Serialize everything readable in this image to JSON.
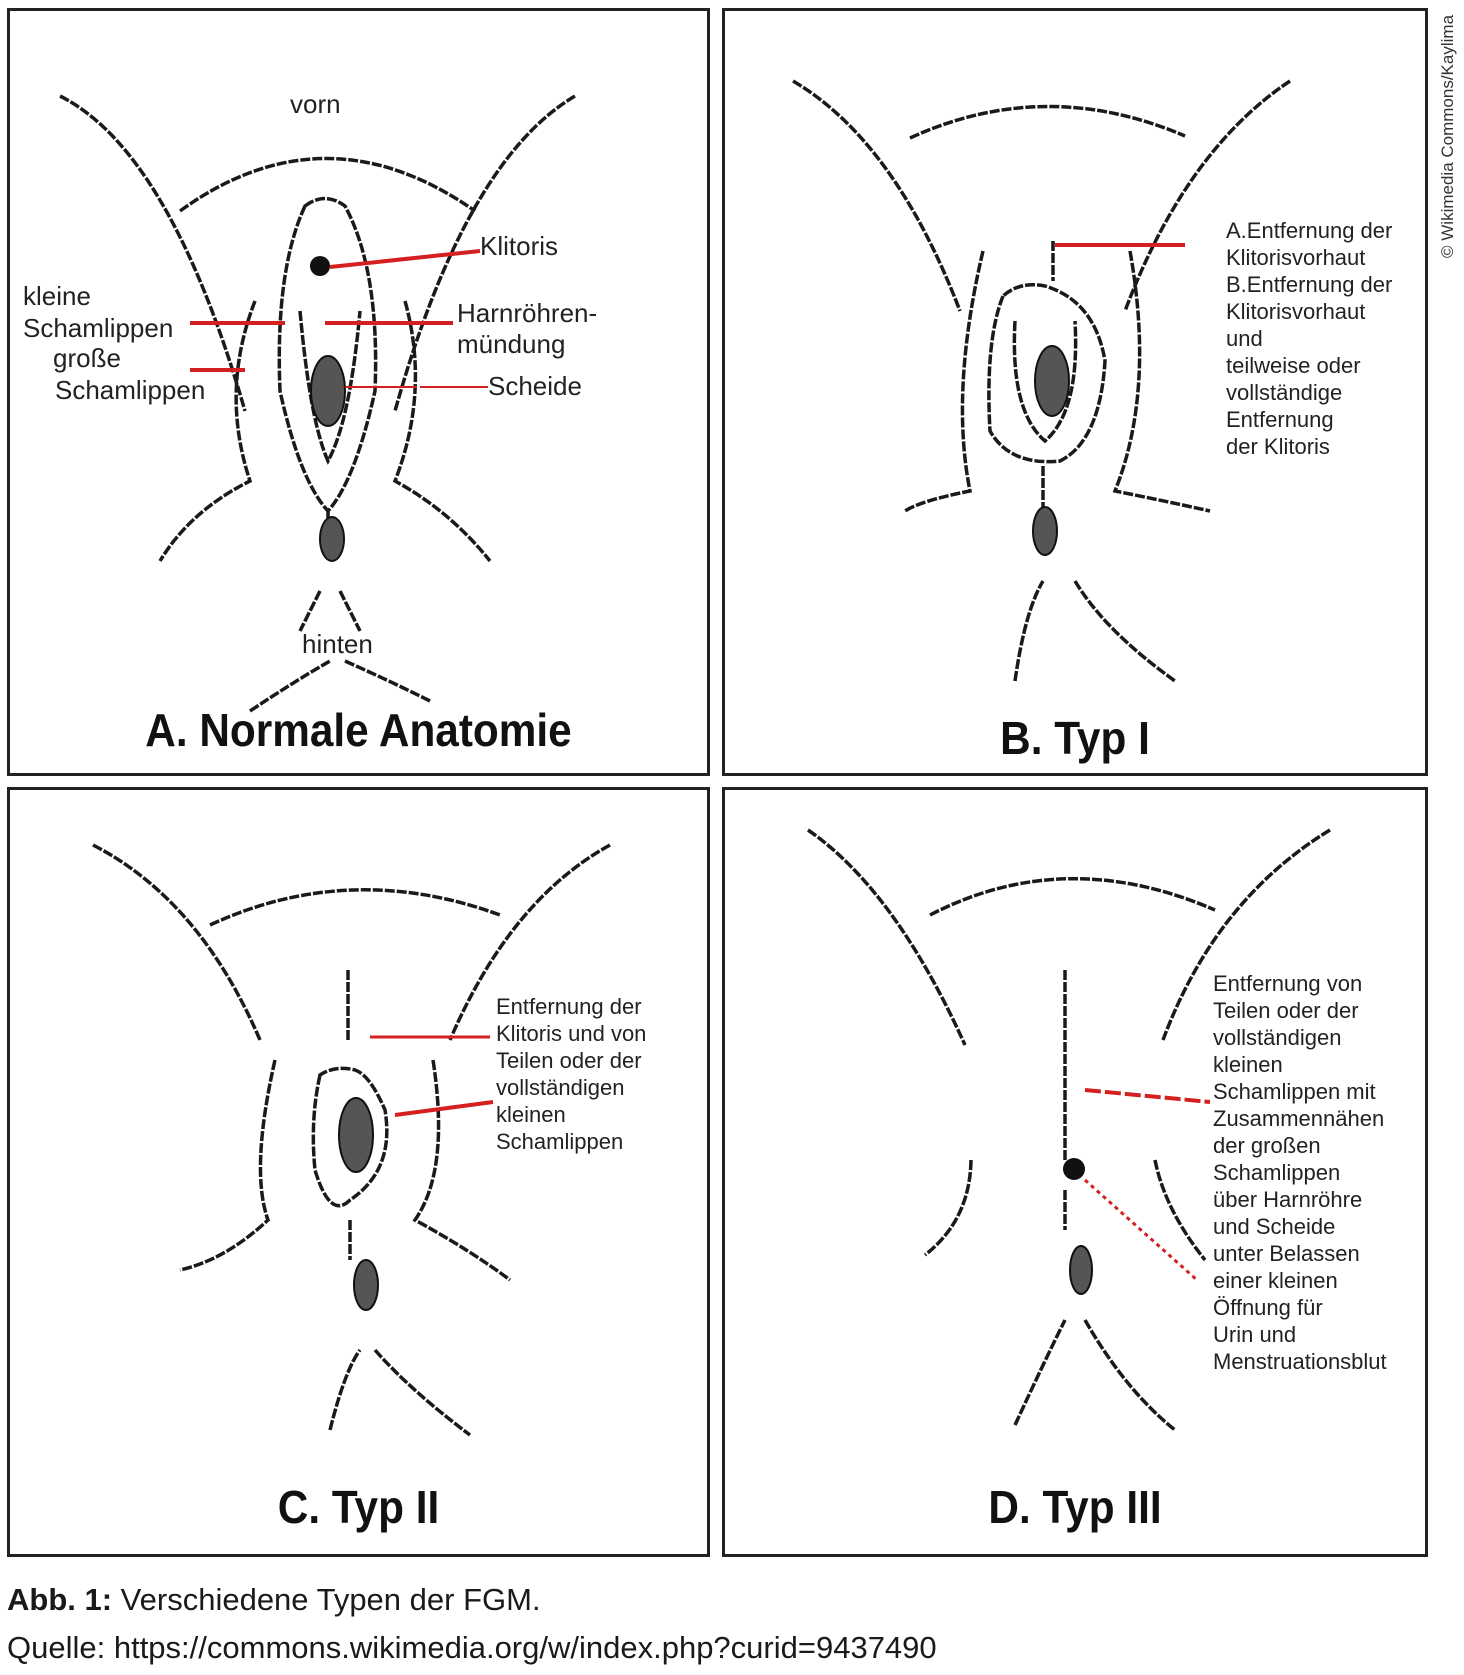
{
  "credit": "© Wikimedia Commons/Kaylima",
  "panels": {
    "a": {
      "title": "A. Normale Anatomie",
      "labels": {
        "vorn": "vorn",
        "hinten": "hinten",
        "klitoris": "Klitoris",
        "kleine_1": "kleine",
        "kleine_2": "Schamlippen",
        "grosse_1": "große",
        "grosse_2": "Schamlippen",
        "harn_1": "Harnröhren-",
        "harn_2": "mündung",
        "scheide": "Scheide"
      }
    },
    "b": {
      "title": "B. Typ I",
      "description": "A.Entfernung der\nKlitorisvorhaut\nB.Entfernung der\nKlitorisvorhaut\nund\nteilweise oder\nvollständige\nEntfernung\nder Klitoris"
    },
    "c": {
      "title": "C. Typ II",
      "description": "Entfernung der\nKlitoris und von\nTeilen oder der\nvollständigen\nkleinen\nSchamlippen"
    },
    "d": {
      "title": "D. Typ III",
      "description": "Entfernung von\nTeilen oder der\nvollständigen\nkleinen\nSchamlippen mit\nZusammennähen\nder großen\nSchamlippen\nüber Harnröhre\nund Scheide\nunter Belassen\neiner kleinen\nÖffnung für\nUrin und\nMenstruationsblut"
    }
  },
  "caption": {
    "label": "Abb. 1:",
    "text": " Verschiedene Typen der FGM.",
    "source": "Quelle: https://commons.wikimedia.org/w/index.php?curid=9437490"
  },
  "colors": {
    "line": "#1a1a1a",
    "pointer": "#d42020",
    "fill": "#555555"
  }
}
